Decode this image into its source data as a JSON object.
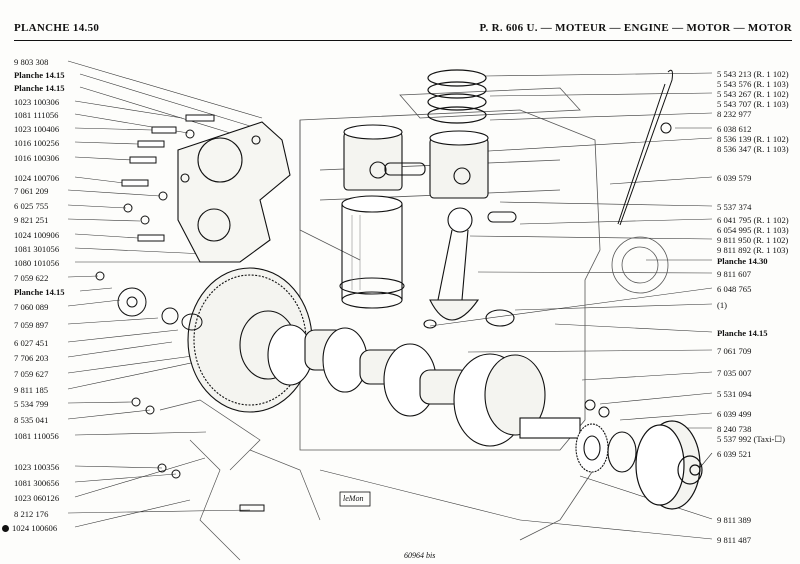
{
  "header": {
    "plate": "PLANCHE 14.50",
    "title": "P. R. 606 U. — MOTEUR — ENGINE — MOTOR — MOTOR"
  },
  "left_labels": [
    "9 803 308",
    "Planche 14.15",
    "Planche 14.15",
    "1023 100306",
    "1081 111056",
    "1023 100406",
    "1016 100256",
    "1016 100306",
    "1024 100706",
    "7 061 209",
    "6 025 755",
    "9 821 251",
    "1024 100906",
    "1081 301056",
    "1080 101056",
    "7 059 622",
    "Planche 14.15",
    "7 060 089",
    "7 059 897",
    "6 027 451",
    "7 706 203",
    "7 059 627",
    "9 811 185",
    "5 534 799",
    "8 535 041",
    "1081 110056",
    "1023 100356",
    "1081 300656",
    "1023 060126",
    "8 212 176",
    "1024 100606"
  ],
  "right_labels": [
    "5 543 213 (R. 1 102)",
    "5 543 576 (R. 1 103)",
    "5 543 267 (R. 1 102)",
    "5 543 707 (R. 1 103)",
    "8 232 977",
    "6 038 612",
    "8 536 139 (R. 1 102)",
    "8 536 347 (R. 1 103)",
    "6 039 579",
    "5 537 374",
    "6 041 795 (R. 1 102)",
    "6 054 995 (R. 1 103)",
    "9 811 950 (R. 1 102)",
    "9 811 892 (R. 1 103)",
    "Planche 14.30",
    "9 811 607",
    "6 048 765",
    "(1)",
    "Planche 14.15",
    "7 061 709",
    "7 035 007",
    "5 531 094",
    "6 039 499",
    "8 240 738",
    "5 537 992 (Taxi-☐)",
    "6 039 521",
    "9 811 389",
    "9 811 487"
  ],
  "signature": "leMon",
  "plate_number": "60964 bis"
}
